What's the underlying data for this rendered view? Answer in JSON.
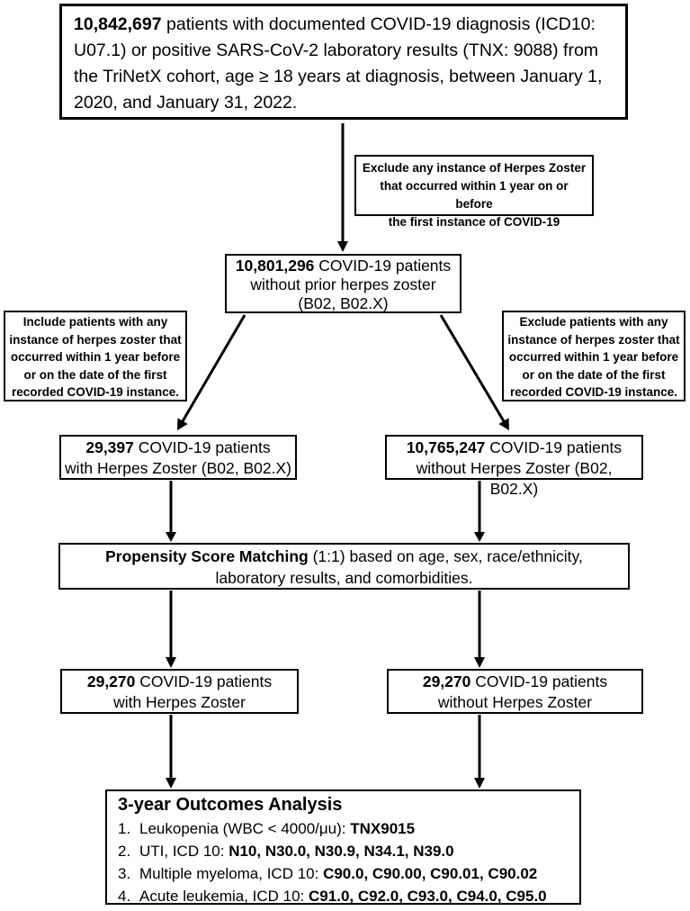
{
  "flowchart": {
    "initial_cohort": {
      "count": "10,842,697",
      "rest": " patients with documented COVID-19 diagnosis (ICD10: U07.1) or positive SARS-CoV-2 laboratory results (TNX: 9088) from the TriNetX cohort, age ≥ 18 years at diagnosis, between January 1, 2020, and January 31, 2022."
    },
    "exclusion_note": {
      "lines": [
        "Exclude any instance of Herpes Zoster",
        "that occurred within 1 year on or before",
        "the first instance of COVID-19"
      ]
    },
    "no_prior_zoster": {
      "count": "10,801,296",
      "line1_rest": " COVID-19 patients",
      "line2": "without prior herpes zoster",
      "line3": "(B02, B02.X)"
    },
    "include_criteria": {
      "lines": [
        "Include patients with any",
        "instance of herpes zoster that",
        "occurred within 1 year before",
        "or on the date of the first",
        "recorded COVID-19 instance."
      ]
    },
    "exclude_criteria": {
      "lines": [
        "Exclude patients with any",
        "instance of herpes zoster that",
        "occurred within 1 year before",
        "or on the date of the first",
        "recorded COVID-19 instance."
      ]
    },
    "zoster_cohort": {
      "count": "29,397",
      "line1_rest": " COVID-19 patients",
      "line2": "with Herpes Zoster (B02, B02.X)"
    },
    "no_zoster_cohort": {
      "count": "10,765,247",
      "line1_rest": " COVID-19 patients",
      "line2": "without Herpes Zoster (B02, B02.X)"
    },
    "propensity_matching": {
      "bold": "Propensity Score Matching",
      "rest": " (1:1) based on age, sex, race/ethnicity, laboratory results, and comorbidities."
    },
    "matched_zoster": {
      "count": "29,270",
      "line1_rest": " COVID-19 patients",
      "line2": "with Herpes Zoster"
    },
    "matched_no_zoster": {
      "count": "29,270",
      "line1_rest": " COVID-19 patients",
      "line2": "without Herpes Zoster"
    },
    "outcomes": {
      "title": "3-year Outcomes Analysis",
      "items": [
        {
          "num": "1.",
          "text": "Leukopenia (WBC < 4000/μu): ",
          "bold": "TNX9015"
        },
        {
          "num": "2.",
          "text": "UTI, ICD 10: ",
          "bold": "N10, N30.0, N30.9, N34.1, N39.0"
        },
        {
          "num": "3.",
          "text": "Multiple myeloma, ICD 10: ",
          "bold": "C90.0, C90.00, C90.01, C90.02"
        },
        {
          "num": "4.",
          "text": "Acute leukemia, ICD 10: ",
          "bold": "C91.0, C92.0, C93.0, C94.0, C95.0"
        }
      ]
    },
    "colors": {
      "line": "#000000",
      "background": "#ffffff",
      "border": "#000000"
    }
  }
}
